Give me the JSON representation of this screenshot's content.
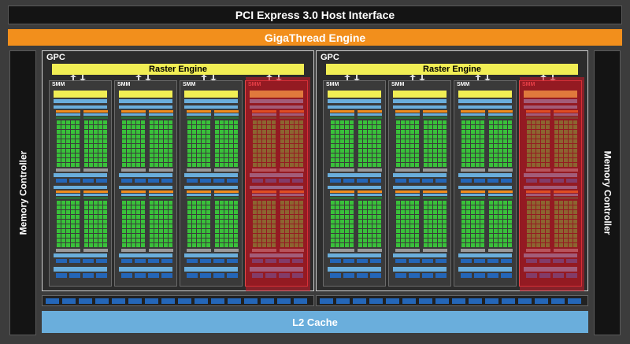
{
  "host_interface": {
    "label": "PCI Express 3.0 Host Interface"
  },
  "gigathread": {
    "label": "GigaThread Engine"
  },
  "memory_controllers": [
    {
      "label": "Memory Controller"
    },
    {
      "label": "Memory Controller"
    }
  ],
  "gpcs": [
    {
      "label": "GPC",
      "raster_label": "Raster Engine",
      "smms": [
        {
          "label": "SMM",
          "highlighted": false
        },
        {
          "label": "SMM",
          "highlighted": false
        },
        {
          "label": "SMM",
          "highlighted": false
        },
        {
          "label": "SMM",
          "highlighted": true
        }
      ]
    },
    {
      "label": "GPC",
      "raster_label": "Raster Engine",
      "smms": [
        {
          "label": "SMM",
          "highlighted": false
        },
        {
          "label": "SMM",
          "highlighted": false
        },
        {
          "label": "SMM",
          "highlighted": false
        },
        {
          "label": "SMM",
          "highlighted": true
        }
      ]
    }
  ],
  "l2_cache": {
    "label": "L2 Cache"
  },
  "colors": {
    "core_green": "#39c13a",
    "core_orange": "#f08c1d",
    "unit_blue": "#6aaedc",
    "dark_blue": "#2466b8",
    "yellow": "#f1ee54",
    "highlight_red": "#d21928"
  }
}
